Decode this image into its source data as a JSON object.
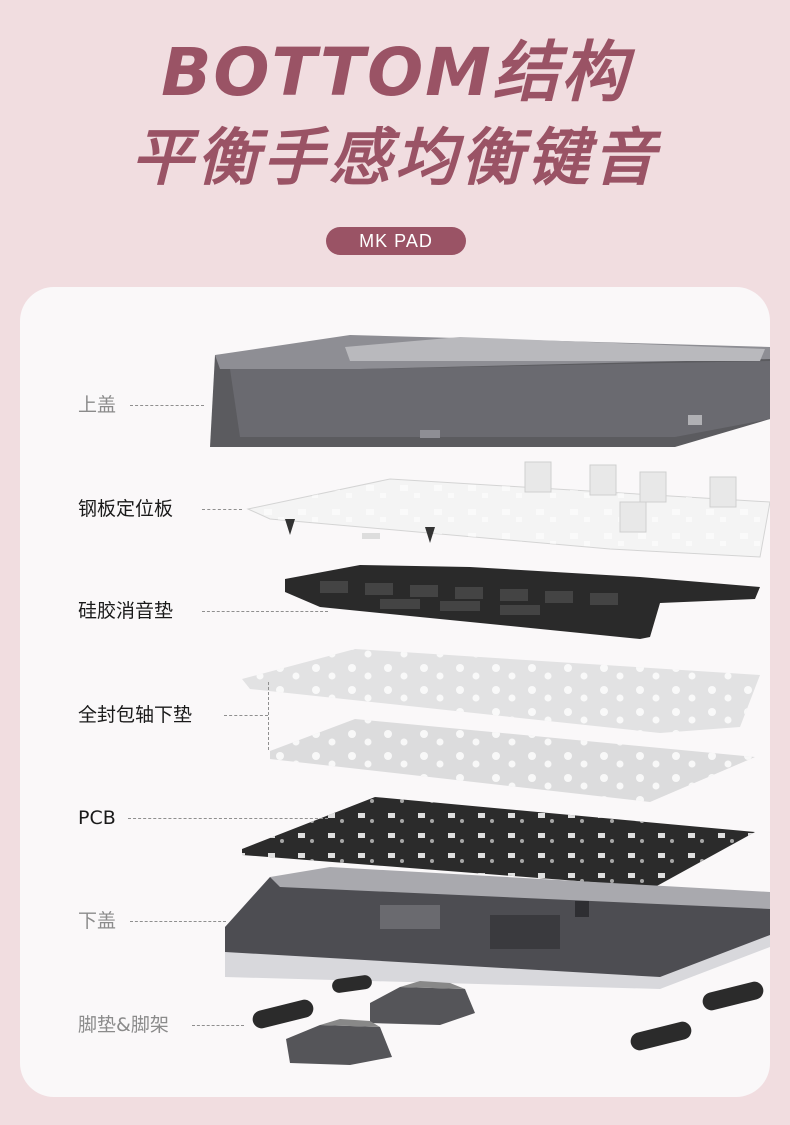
{
  "header": {
    "title_line1": "BOTTOM结构",
    "title_line2": "平衡手感均衡键音",
    "badge": "MK PAD"
  },
  "colors": {
    "background": "#f1dde0",
    "accent": "#9a5365",
    "card": "#faf8f9"
  },
  "layers": [
    {
      "name": "top-cover",
      "label": "上盖"
    },
    {
      "name": "steel-plate",
      "label": "钢板定位板"
    },
    {
      "name": "silicone-damping-pad",
      "label": "硅胶消音垫"
    },
    {
      "name": "switch-pad",
      "label": "全封包轴下垫"
    },
    {
      "name": "pcb",
      "label": "PCB"
    },
    {
      "name": "bottom-cover",
      "label": "下盖"
    },
    {
      "name": "feet",
      "label": "脚垫&脚架"
    }
  ]
}
